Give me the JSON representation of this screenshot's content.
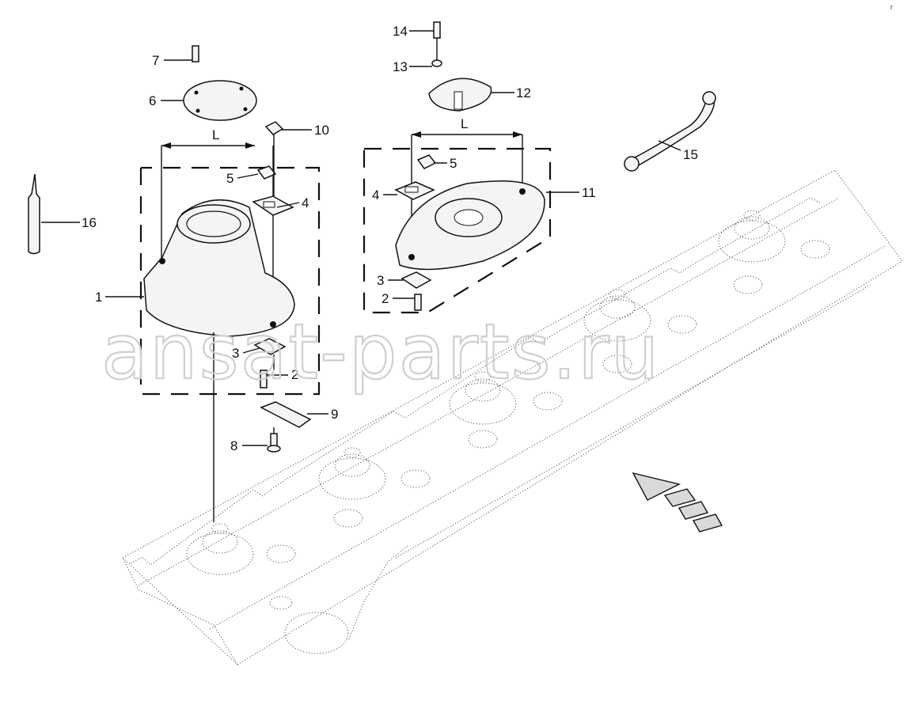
{
  "watermark": "ansat-parts.ru",
  "corner_mark": "r",
  "dimension_label": "L",
  "callouts": [
    {
      "id": "c1",
      "text": "1"
    },
    {
      "id": "c2a",
      "text": "2"
    },
    {
      "id": "c3a",
      "text": "3"
    },
    {
      "id": "c4a",
      "text": "4"
    },
    {
      "id": "c5a",
      "text": "5"
    },
    {
      "id": "c6",
      "text": "6"
    },
    {
      "id": "c7",
      "text": "7"
    },
    {
      "id": "c8",
      "text": "8"
    },
    {
      "id": "c9",
      "text": "9"
    },
    {
      "id": "c10",
      "text": "10"
    },
    {
      "id": "c11",
      "text": "11"
    },
    {
      "id": "c12",
      "text": "12"
    },
    {
      "id": "c13",
      "text": "13"
    },
    {
      "id": "c14",
      "text": "14"
    },
    {
      "id": "c15",
      "text": "15"
    },
    {
      "id": "c16",
      "text": "16"
    },
    {
      "id": "c2b",
      "text": "2"
    },
    {
      "id": "c3b",
      "text": "3"
    },
    {
      "id": "c4b",
      "text": "4"
    },
    {
      "id": "c5b",
      "text": "5"
    }
  ]
}
